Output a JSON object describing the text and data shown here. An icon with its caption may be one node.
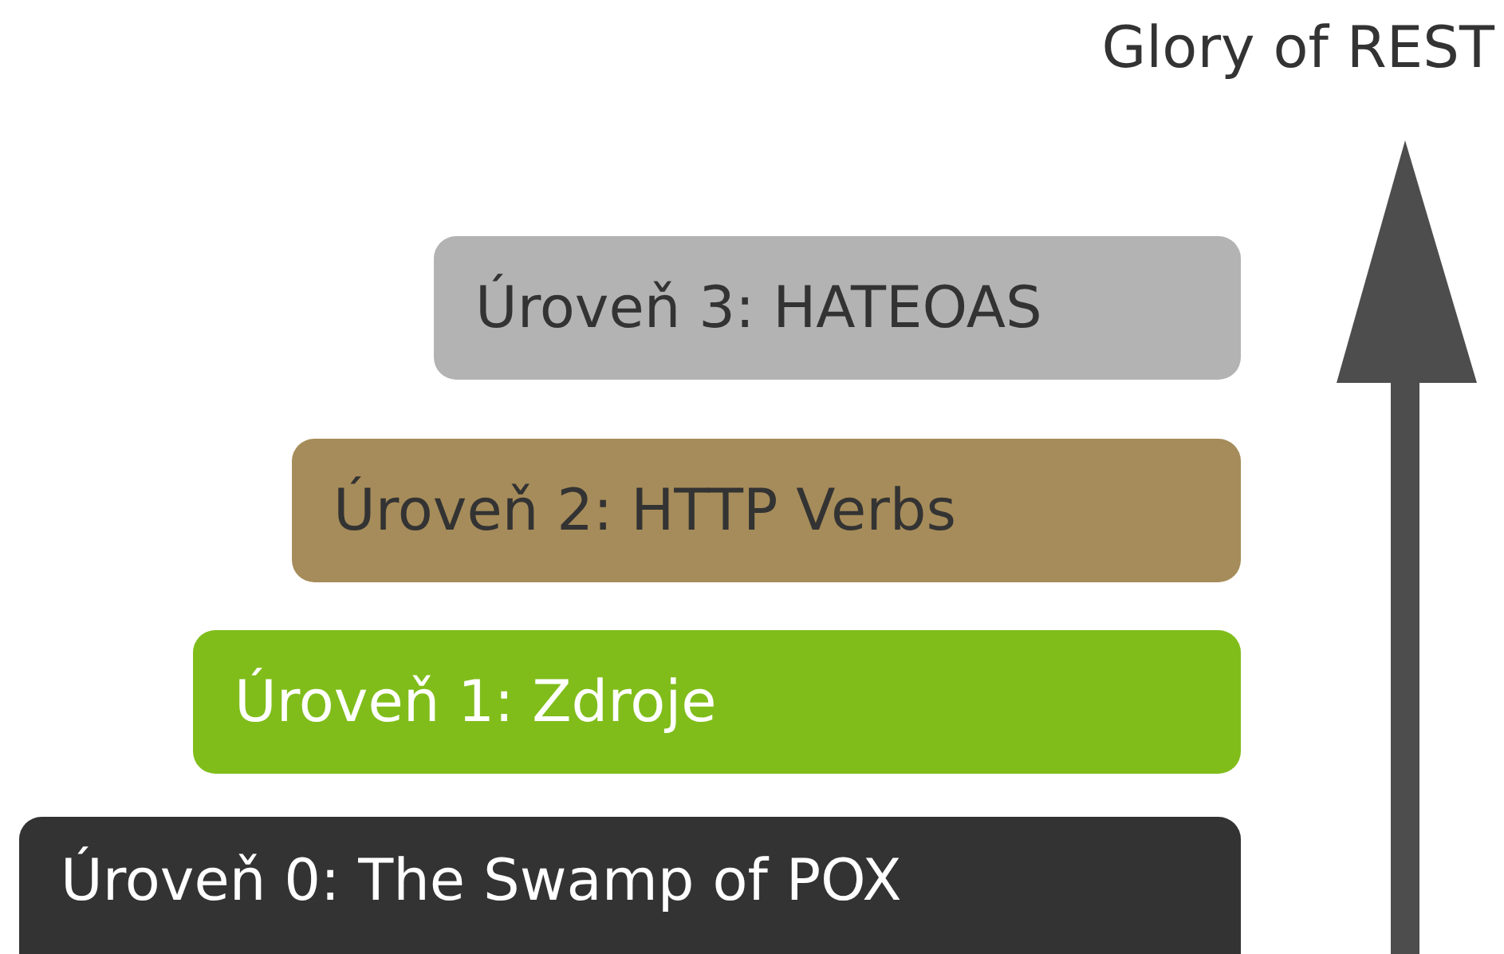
{
  "diagram": {
    "nodes": [
      {
        "text": [
          "Úroveň 3: HATEOAS"
        ]
      },
      {
        "text": [
          "Úroveň 2: HTTP Verbs"
        ]
      },
      {
        "text": [
          "Úroveň 1: Zdroje"
        ]
      },
      {
        "text": [
          "Úroveň 0: The Swamp of POX"
        ]
      }
    ],
    "labels": [
      "Glory of REST"
    ]
  }
}
